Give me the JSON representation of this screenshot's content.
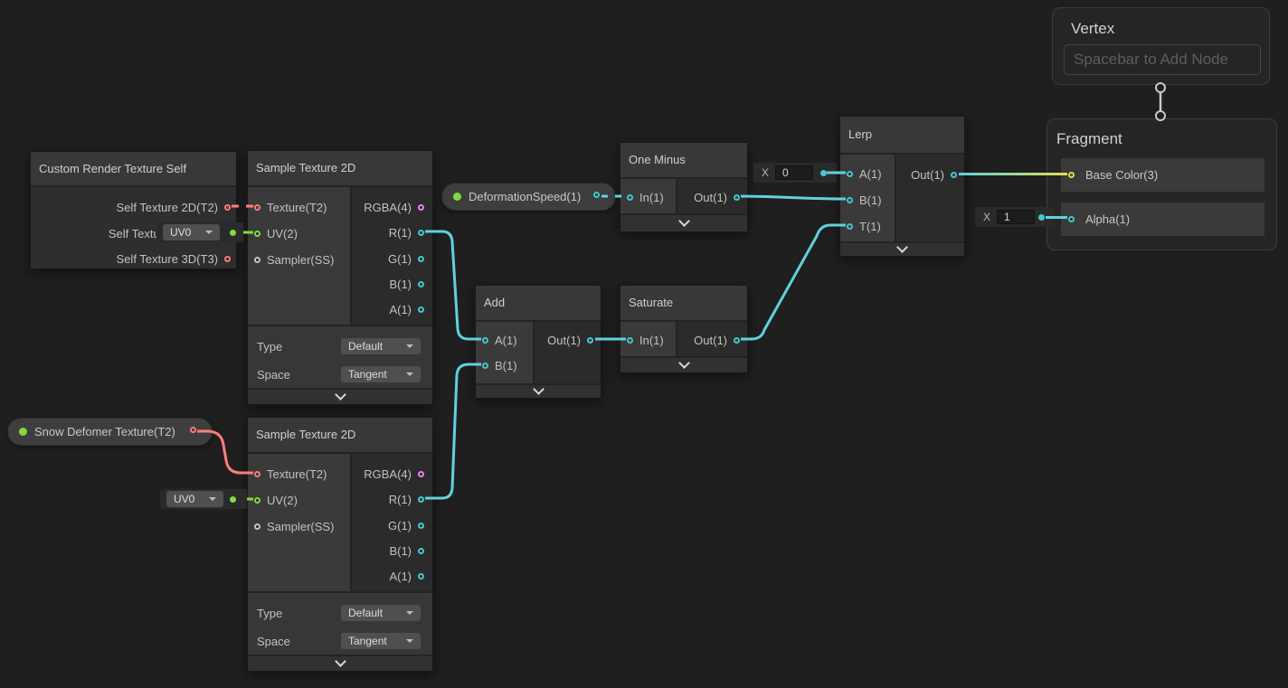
{
  "colors": {
    "cyan": "#46c8d3",
    "wire_cyan": "#5fd2dd",
    "red": "#ff7e79",
    "green": "#84d93e",
    "yellow": "#dde055",
    "pink": "#e787ef",
    "gray": "#c6c6c6",
    "white_wire": "#c9c9c9"
  },
  "vertex_node": {
    "title": "Vertex",
    "placeholder": "Spacebar to Add Node"
  },
  "fragment_node": {
    "title": "Fragment",
    "base_color": "Base Color(3)",
    "alpha": "Alpha(1)",
    "alpha_inline": {
      "label": "X",
      "value": "1"
    }
  },
  "custom_render_node": {
    "title": "Custom Render Texture Self",
    "outputs": [
      {
        "label": "Self Texture 2D(T2)"
      },
      {
        "label": "Self Texture Cube(C)"
      },
      {
        "label": "Self Texture 3D(T3)"
      }
    ]
  },
  "sample1": {
    "title": "Sample Texture 2D",
    "inputs": [
      {
        "label": "Texture(T2)"
      },
      {
        "label": "UV(2)"
      },
      {
        "label": "Sampler(SS)"
      }
    ],
    "outputs": [
      {
        "label": "RGBA(4)"
      },
      {
        "label": "R(1)"
      },
      {
        "label": "G(1)"
      },
      {
        "label": "B(1)"
      },
      {
        "label": "A(1)"
      }
    ],
    "settings": [
      {
        "label": "Type",
        "value": "Default"
      },
      {
        "label": "Space",
        "value": "Tangent"
      }
    ]
  },
  "sample2": {
    "title": "Sample Texture 2D",
    "inputs": [
      {
        "label": "Texture(T2)"
      },
      {
        "label": "UV(2)"
      },
      {
        "label": "Sampler(SS)"
      }
    ],
    "outputs": [
      {
        "label": "RGBA(4)"
      },
      {
        "label": "R(1)"
      },
      {
        "label": "G(1)"
      },
      {
        "label": "B(1)"
      },
      {
        "label": "A(1)"
      }
    ],
    "settings": [
      {
        "label": "Type",
        "value": "Default"
      },
      {
        "label": "Space",
        "value": "Tangent"
      }
    ]
  },
  "one_minus": {
    "title": "One Minus",
    "in": "In(1)",
    "out": "Out(1)"
  },
  "add_node": {
    "title": "Add",
    "a": "A(1)",
    "b": "B(1)",
    "out": "Out(1)"
  },
  "saturate_node": {
    "title": "Saturate",
    "in": "In(1)",
    "out": "Out(1)"
  },
  "lerp_node": {
    "title": "Lerp",
    "a": "A(1)",
    "b": "B(1)",
    "t": "T(1)",
    "out": "Out(1)",
    "a_inline": {
      "label": "X",
      "value": "0"
    }
  },
  "deformation_pill": {
    "label": "DeformationSpeed(1)"
  },
  "snow_pill": {
    "label": "Snow Defomer Texture(T2)"
  },
  "uv_widget1": {
    "value": "UV0"
  },
  "uv_widget2": {
    "value": "UV0"
  }
}
